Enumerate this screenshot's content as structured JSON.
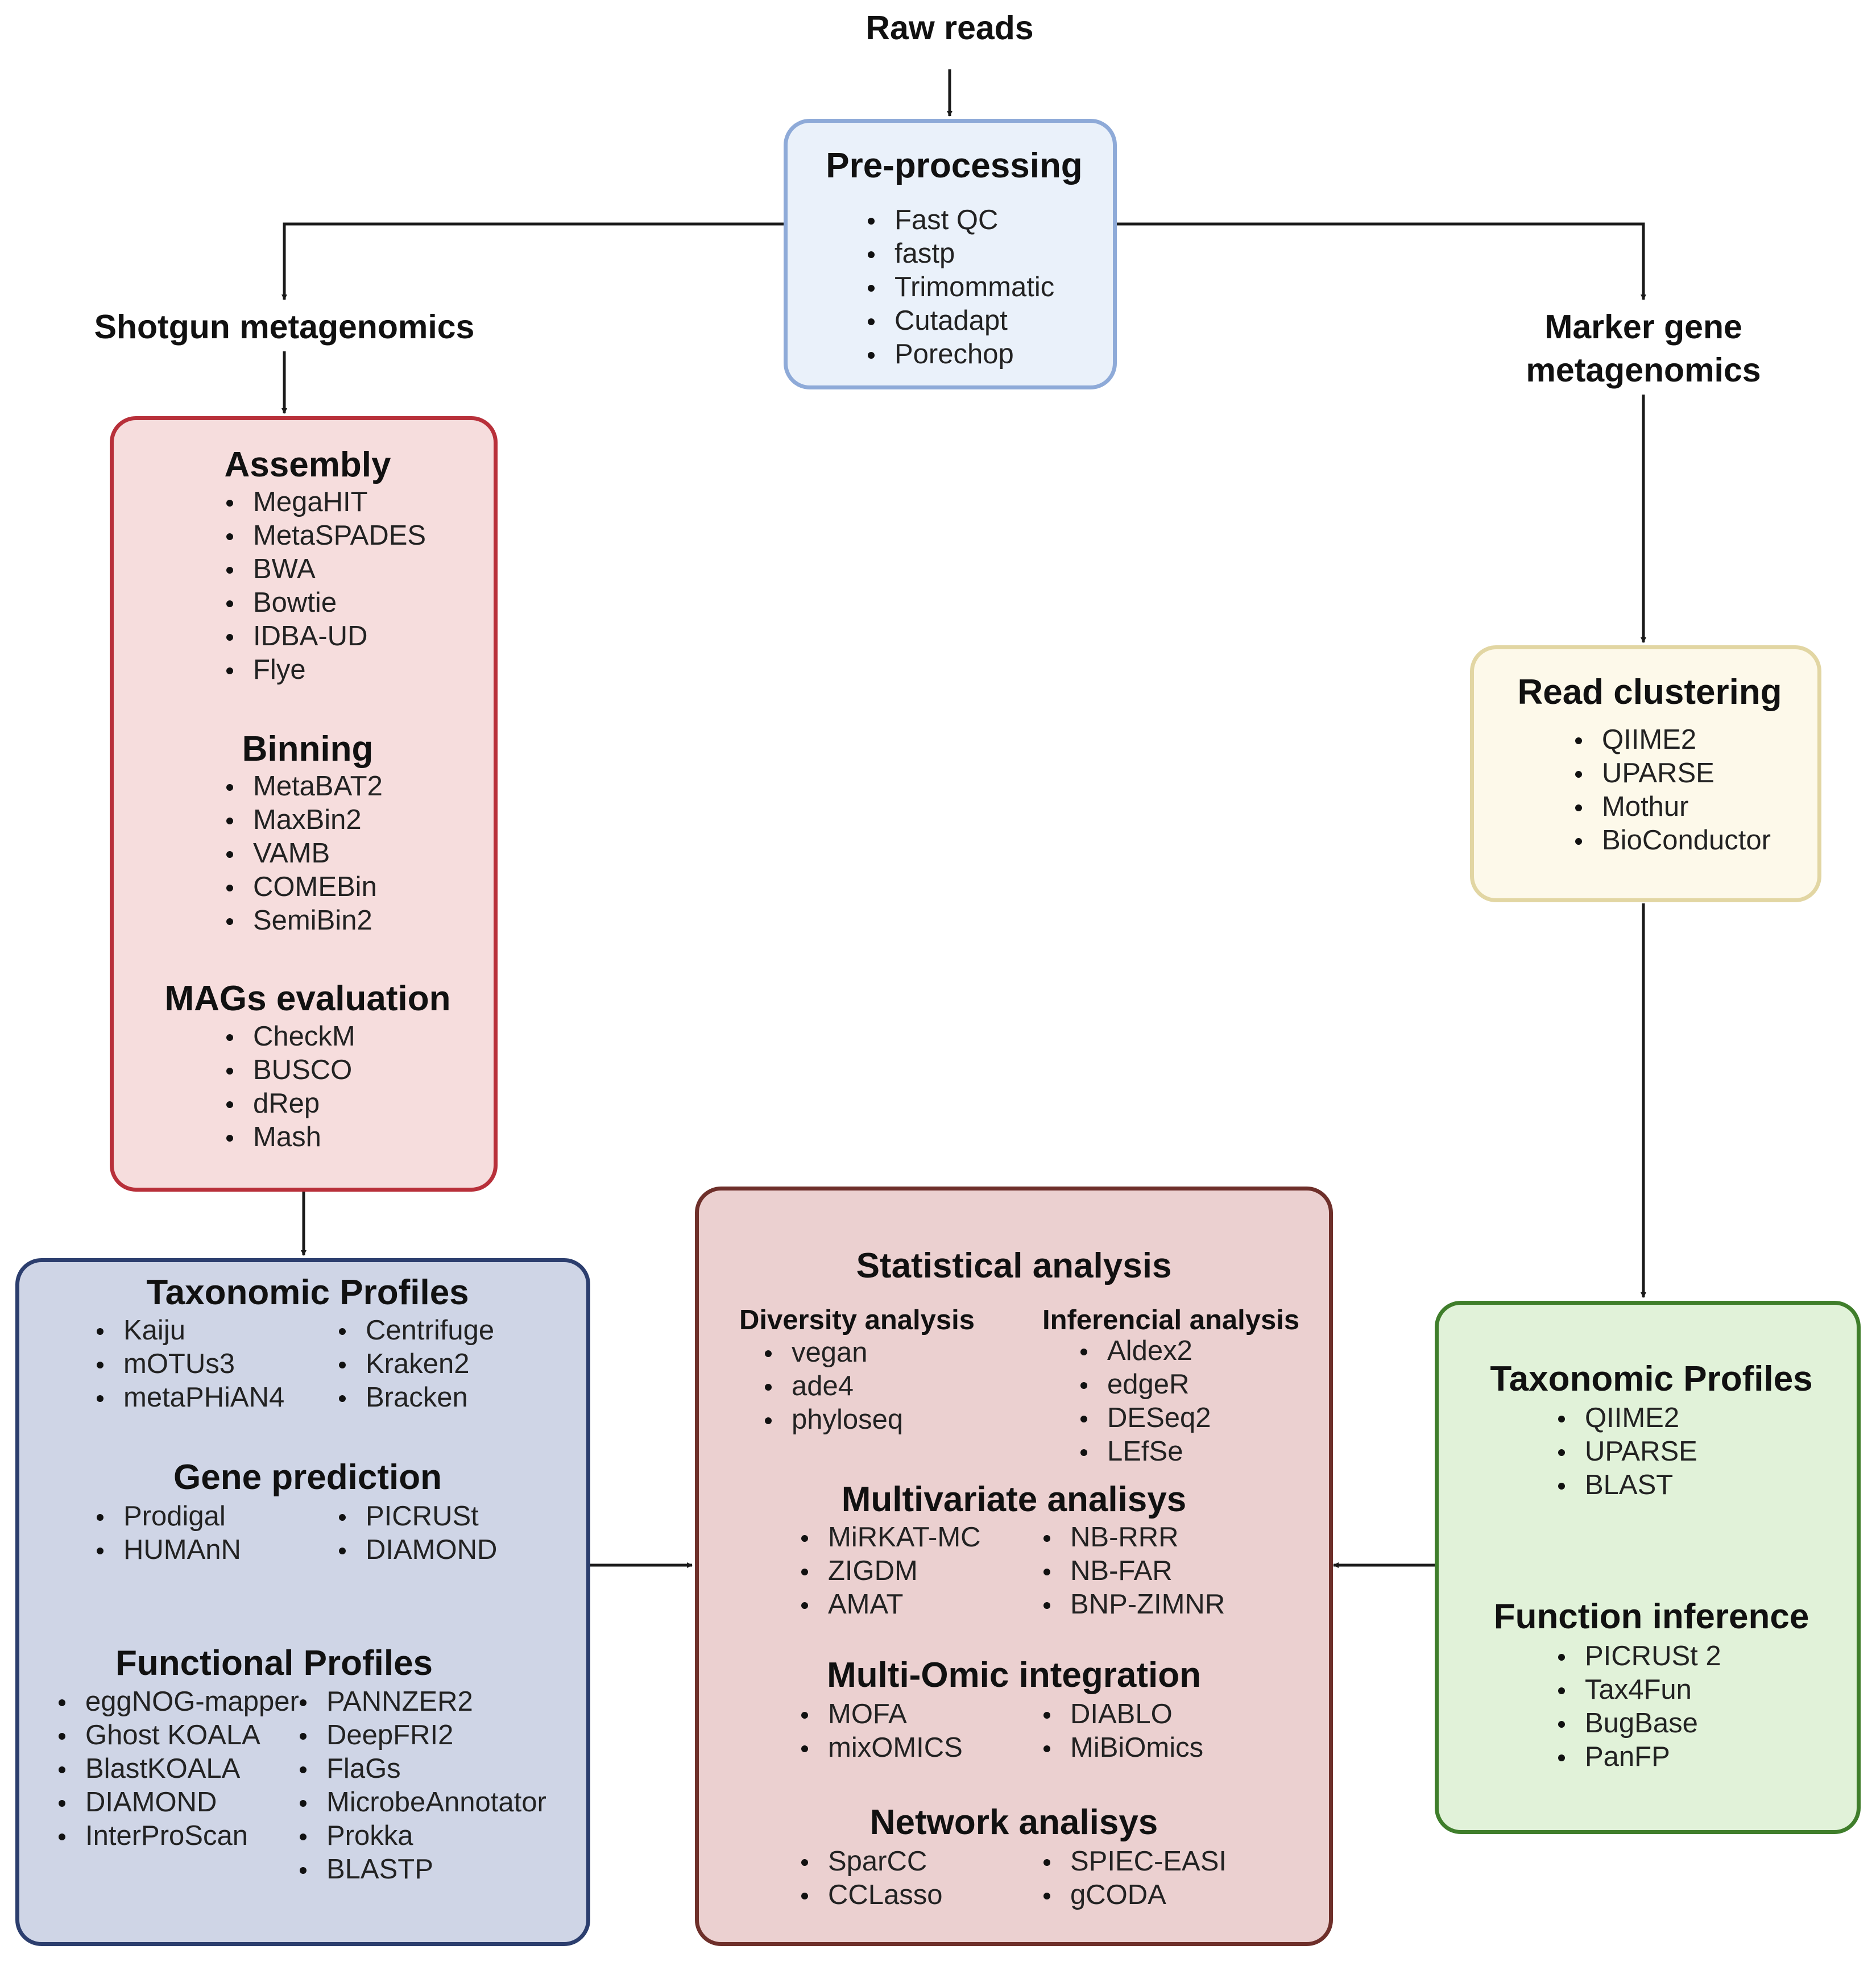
{
  "top": {
    "raw_reads": "Raw reads",
    "shotgun": "Shotgun metagenomics",
    "marker_line1": "Marker gene",
    "marker_line2": "metagenomics"
  },
  "preprocessing": {
    "title": "Pre-processing",
    "items": [
      "Fast QC",
      "fastp",
      "Trimommatic",
      "Cutadapt",
      "Porechop"
    ]
  },
  "shotgun_box": {
    "assembly": {
      "title": "Assembly",
      "items": [
        "MegaHIT",
        "MetaSPADES",
        "BWA",
        "Bowtie",
        "IDBA-UD",
        "Flye"
      ]
    },
    "binning": {
      "title": "Binning",
      "items": [
        "MetaBAT2",
        "MaxBin2",
        "VAMB",
        "COMEBin",
        "SemiBin2"
      ]
    },
    "mags": {
      "title": "MAGs evaluation",
      "items": [
        "CheckM",
        "BUSCO",
        "dRep",
        "Mash"
      ]
    }
  },
  "read_clustering": {
    "title": "Read clustering",
    "items": [
      "QIIME2",
      "UPARSE",
      "Mothur",
      "BioConductor"
    ]
  },
  "shotgun_profiles": {
    "taxonomic": {
      "title": "Taxonomic Profiles",
      "col1": [
        "Kaiju",
        "mOTUs3",
        "metaPHiAN4"
      ],
      "col2": [
        "Centrifuge",
        "Kraken2",
        "Bracken"
      ]
    },
    "gene": {
      "title": "Gene prediction",
      "col1": [
        "Prodigal",
        "HUMAnN"
      ],
      "col2": [
        "PICRUSt",
        "DIAMOND"
      ]
    },
    "functional": {
      "title": "Functional Profiles",
      "col1": [
        "eggNOG-mapper",
        "Ghost KOALA",
        "BlastKOALA",
        "DIAMOND",
        "InterProScan"
      ],
      "col2": [
        "PANNZER2",
        "DeepFRI2",
        "FlaGs",
        "MicrobeAnnotator",
        "Prokka",
        "BLASTP"
      ]
    }
  },
  "statistical": {
    "title": "Statistical analysis",
    "diversity": {
      "title": "Diversity analysis",
      "items": [
        "vegan",
        "ade4",
        "phyloseq"
      ]
    },
    "inferencial": {
      "title": "Inferencial analysis",
      "items": [
        "Aldex2",
        "edgeR",
        "DESeq2",
        "LEfSe"
      ]
    },
    "multivariate": {
      "title": "Multivariate analisys",
      "col1": [
        "MiRKAT-MC",
        "ZIGDM",
        "AMAT"
      ],
      "col2": [
        "NB-RRR",
        "NB-FAR",
        "BNP-ZIMNR"
      ]
    },
    "multiomic": {
      "title": "Multi-Omic integration",
      "col1": [
        "MOFA",
        "mixOMICS"
      ],
      "col2": [
        "DIABLO",
        "MiBiOmics"
      ]
    },
    "network": {
      "title": "Network analisys",
      "col1": [
        "SparCC",
        "CCLasso"
      ],
      "col2": [
        "SPIEC-EASI",
        "gCODA"
      ]
    }
  },
  "marker_profiles": {
    "taxonomic": {
      "title": "Taxonomic Profiles",
      "items": [
        "QIIME2",
        "UPARSE",
        "BLAST"
      ]
    },
    "function": {
      "title": "Function inference",
      "items": [
        "PICRUSt 2",
        "Tax4Fun",
        "BugBase",
        "PanFP"
      ]
    }
  },
  "colors": {
    "preprocessing_fill": "#eaf1fa",
    "preprocessing_border": "#8eaad8",
    "shotgun_fill": "#f6dddd",
    "shotgun_border": "#b8303a",
    "read_fill": "#fdf9ea",
    "read_border": "#e2d6a3",
    "profiles_fill": "#cfd5e6",
    "profiles_border": "#2c3e6e",
    "stat_fill": "#ebd0d0",
    "stat_border": "#6e2f2a",
    "marker_fill": "#e1f2d9",
    "marker_border": "#3f7e2b",
    "arrow": "#1a1a1a"
  }
}
